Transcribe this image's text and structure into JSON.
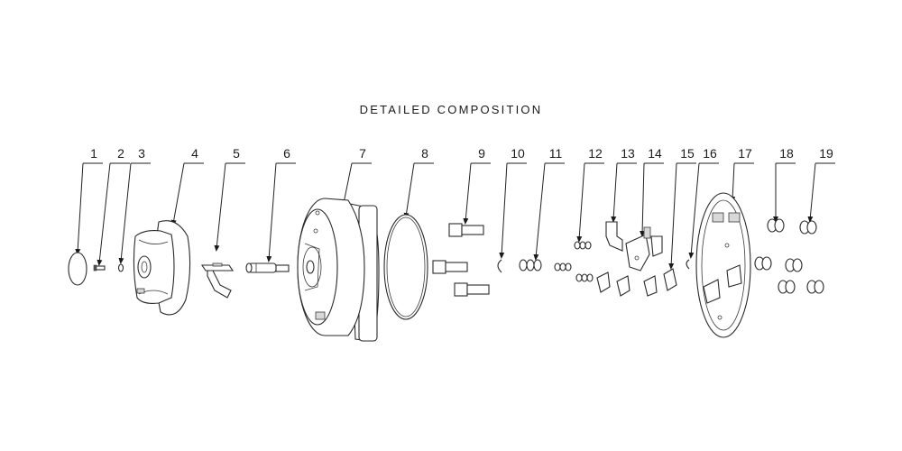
{
  "title": "DETAILED COMPOSITION",
  "callouts": [
    "1",
    "2",
    "3",
    "4",
    "5",
    "6",
    "7",
    "8",
    "9",
    "10",
    "11",
    "12",
    "13",
    "14",
    "15",
    "16",
    "17",
    "18",
    "19"
  ]
}
